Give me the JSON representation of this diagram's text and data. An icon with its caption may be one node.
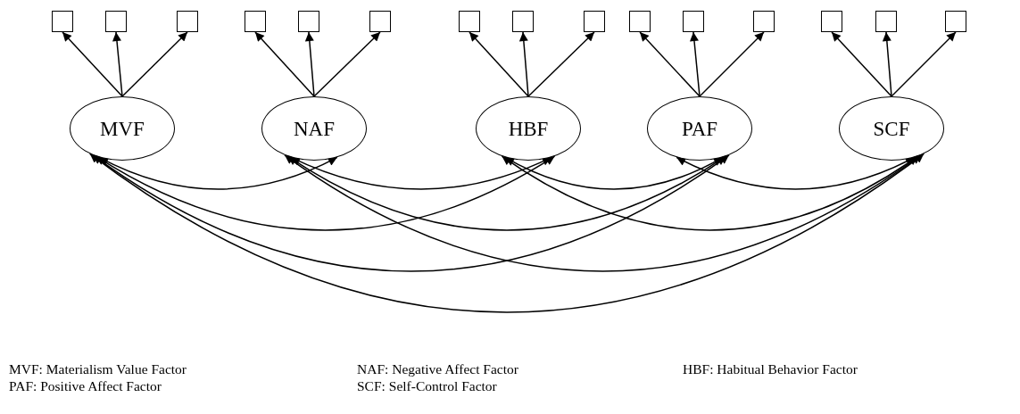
{
  "diagram": {
    "nodes": [
      {
        "text": [],
        "shape": "box"
      },
      {
        "text": [],
        "shape": "box"
      },
      {
        "text": [],
        "shape": "box"
      },
      {
        "text": [],
        "shape": "box"
      },
      {
        "text": [],
        "shape": "box"
      },
      {
        "text": [],
        "shape": "box"
      },
      {
        "text": [],
        "shape": "box"
      },
      {
        "text": [],
        "shape": "box"
      },
      {
        "text": [],
        "shape": "box"
      },
      {
        "text": [],
        "shape": "box"
      },
      {
        "text": [],
        "shape": "box"
      },
      {
        "text": [],
        "shape": "box"
      },
      {
        "text": [],
        "shape": "box"
      },
      {
        "text": [],
        "shape": "box"
      },
      {
        "text": [],
        "shape": "box"
      },
      {
        "text": [
          "MVF"
        ]
      },
      {
        "text": [
          "NAF"
        ]
      },
      {
        "text": [
          "HBF"
        ]
      },
      {
        "text": [
          "PAF"
        ]
      },
      {
        "text": [
          "SCF"
        ]
      }
    ],
    "edges": [
      {
        "from": 15,
        "to": 0,
        "arrow": "to"
      },
      {
        "from": 15,
        "to": 1,
        "arrow": "to"
      },
      {
        "from": 15,
        "to": 2,
        "arrow": "to"
      },
      {
        "from": 16,
        "to": 3,
        "arrow": "to"
      },
      {
        "from": 16,
        "to": 4,
        "arrow": "to"
      },
      {
        "from": 16,
        "to": 5,
        "arrow": "to"
      },
      {
        "from": 17,
        "to": 6,
        "arrow": "to"
      },
      {
        "from": 17,
        "to": 7,
        "arrow": "to"
      },
      {
        "from": 17,
        "to": 8,
        "arrow": "to"
      },
      {
        "from": 18,
        "to": 9,
        "arrow": "to"
      },
      {
        "from": 18,
        "to": 10,
        "arrow": "to"
      },
      {
        "from": 18,
        "to": 11,
        "arrow": "to"
      },
      {
        "from": 19,
        "to": 12,
        "arrow": "to"
      },
      {
        "from": 19,
        "to": 13,
        "arrow": "to"
      },
      {
        "from": 19,
        "to": 14,
        "arrow": "to"
      },
      {
        "from": 15,
        "to": 16,
        "arrow": "both"
      },
      {
        "from": 15,
        "to": 17,
        "arrow": "both"
      },
      {
        "from": 15,
        "to": 18,
        "arrow": "both"
      },
      {
        "from": 15,
        "to": 19,
        "arrow": "both"
      },
      {
        "from": 16,
        "to": 17,
        "arrow": "both"
      },
      {
        "from": 16,
        "to": 18,
        "arrow": "both"
      },
      {
        "from": 16,
        "to": 19,
        "arrow": "both"
      },
      {
        "from": 17,
        "to": 18,
        "arrow": "both"
      },
      {
        "from": 17,
        "to": 19,
        "arrow": "both"
      },
      {
        "from": 18,
        "to": 19,
        "arrow": "both"
      }
    ],
    "labels": [
      "MVF: Materialism Value Factor",
      "NAF: Negative Affect Factor",
      "HBF: Habitual Behavior Factor",
      "PAF: Positive Affect Factor",
      "SCF: Self-Control Factor"
    ]
  }
}
